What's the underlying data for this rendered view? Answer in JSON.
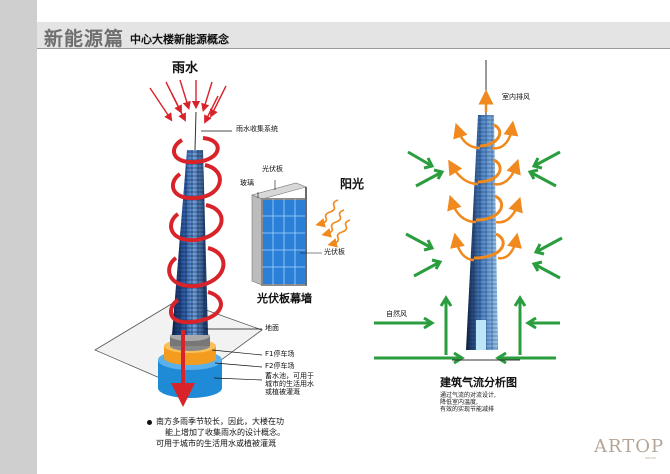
{
  "header": {
    "title": "新能源篇",
    "subtitle": "中心大楼新能源概念"
  },
  "left_diagram": {
    "rain_label": "雨水",
    "rain_system_label": "雨水收集系统",
    "pv_label_top": "光伏板",
    "glass_label": "玻璃",
    "sunlight_label": "阳光",
    "pv_label_side": "光伏板",
    "curtain_wall_label": "光伏板幕墙",
    "ground_label": "地面",
    "parking_f1": "F1停车场",
    "parking_f2": "F2停车场",
    "tank_label": [
      "蓄水池，可用于",
      "城市的生活用水",
      "或植被灌溉"
    ],
    "note": [
      "南方多雨季节较长，因此，大楼在功",
      "能上增加了收集雨水的设计概念。",
      "可用于城市的生活用水或植被灌溉"
    ]
  },
  "right_diagram": {
    "exhaust_label": "室内排风",
    "natural_wind_label": "自然风",
    "title": "建筑气流分析图",
    "caption": [
      "通过气流的对流设计,",
      "降低室内温度,",
      "有效的实现节能减排"
    ]
  },
  "brand": {
    "logo": "ARTOP",
    "logo_sub": "GROUP"
  },
  "colors": {
    "rain_arrow": "#d9232a",
    "sun_arrow": "#f08a1e",
    "wind_arrow": "#2a9d3e",
    "exhaust_arrow": "#f08a1e",
    "tower_blue": "#1d3f8a",
    "panel_blue": "#2b7fd6",
    "tank_blue": "#1f8ad6",
    "tank_orange": "#f39c1f",
    "header_gray": "#6f6f6f"
  }
}
